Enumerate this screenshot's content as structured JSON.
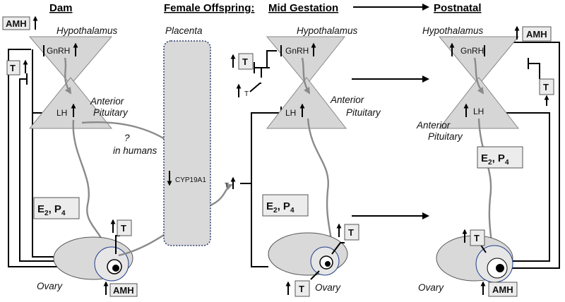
{
  "headers": {
    "dam": "Dam",
    "female_offspring": "Female Offspring:",
    "mid_gestation": "Mid Gestation",
    "postnatal": "Postnatal"
  },
  "labels": {
    "hypothalamus": "Hypothalamus",
    "anterior": "Anterior",
    "pituitary": "Pituitary",
    "gnrh": "GnRH",
    "lh": "LH",
    "placenta": "Placenta",
    "cyp19a1": "CYP19A1",
    "ovary": "Ovary",
    "amh": "AMH",
    "t": "T",
    "e2": "E",
    "e2_sub": "2",
    "p4": "P",
    "p4_sub": "4",
    "question": "?",
    "in_humans": "in humans"
  },
  "colors": {
    "triangle_fill": "#d6d6d6",
    "ovary_fill": "#d9d9d9",
    "placenta_fill": "#d9d9d9",
    "arrow_gray": "#8a8a8a",
    "follicle_ring": "#1f3d8a"
  }
}
